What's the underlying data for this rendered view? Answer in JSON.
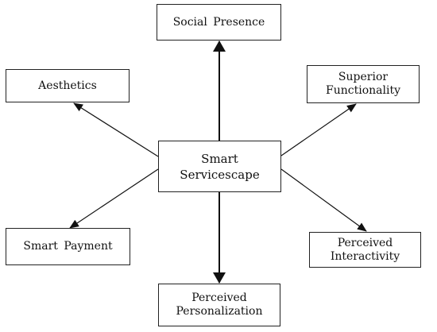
{
  "diagram": {
    "center": {
      "lines": [
        "Smart",
        "Servicescape"
      ]
    },
    "nodes": {
      "social_presence": {
        "lines": [
          "Social  Presence"
        ]
      },
      "aesthetics": {
        "lines": [
          "Aesthetics"
        ]
      },
      "superior_functionality": {
        "lines": [
          "Superior",
          "Functionality"
        ]
      },
      "smart_payment": {
        "lines": [
          "Smart  Payment"
        ]
      },
      "perceived_interactivity": {
        "lines": [
          "Perceived",
          "Interactivity"
        ]
      },
      "perceived_personalization": {
        "lines": [
          "Perceived",
          "Personalization"
        ]
      }
    },
    "edges": [
      {
        "from": "center",
        "to": "social_presence",
        "style": "bold"
      },
      {
        "from": "center",
        "to": "aesthetics",
        "style": "thin"
      },
      {
        "from": "center",
        "to": "superior_functionality",
        "style": "thin"
      },
      {
        "from": "center",
        "to": "smart_payment",
        "style": "thin"
      },
      {
        "from": "center",
        "to": "perceived_interactivity",
        "style": "thin"
      },
      {
        "from": "center",
        "to": "perceived_personalization",
        "style": "bold"
      }
    ],
    "colors": {
      "line": "#111111",
      "border": "#222222",
      "background": "#ffffff"
    }
  }
}
